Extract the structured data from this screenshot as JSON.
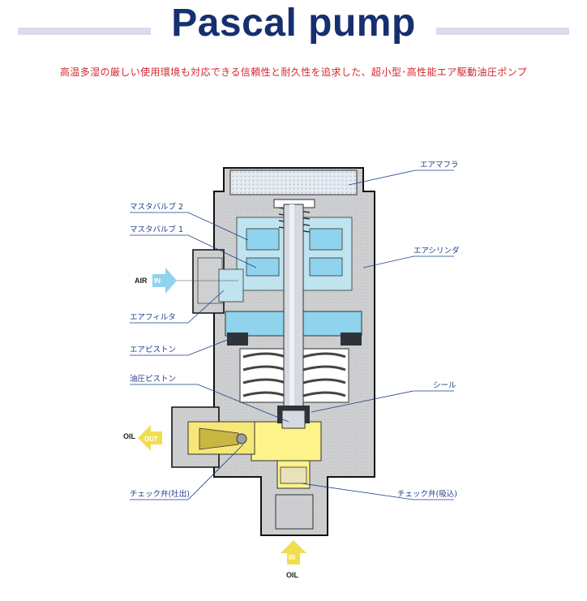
{
  "header": {
    "title": "Pascal pump",
    "subtitle": "高温多湿の厳しい使用環境も対応できる信頼性と耐久性を追求した、超小型･高性能エア駆動油圧ポンプ"
  },
  "callouts": {
    "air_muffler": "エアマフラ",
    "master_valve_2": "マスタバルブ 2",
    "master_valve_1": "マスタバルブ 1",
    "air_cylinder": "エアシリンダ",
    "air_filter": "エアフィルタ",
    "air_piston": "エアピストン",
    "oil_piston": "油圧ピストン",
    "seal": "シール",
    "check_valve_out": "チェック弁(吐出)",
    "check_valve_in": "チェック弁(吸込)"
  },
  "ports": {
    "air": {
      "label": "AIR",
      "arrow": "IN"
    },
    "oil_out": {
      "label": "OIL",
      "arrow": "OUT"
    },
    "oil_in": {
      "label": "OIL",
      "arrow": "IN"
    }
  },
  "colors": {
    "title": "#16306f",
    "subtitle": "#d6262c",
    "callout": "#1f3f8a",
    "body_gray": "#cfd0d2",
    "air_blue": "#bfe3ef",
    "oil_yellow": "#fdf38a",
    "arrow_blue": "#8fd3ec",
    "arrow_yellow": "#f0de52",
    "title_bar": "#d9dcec"
  }
}
